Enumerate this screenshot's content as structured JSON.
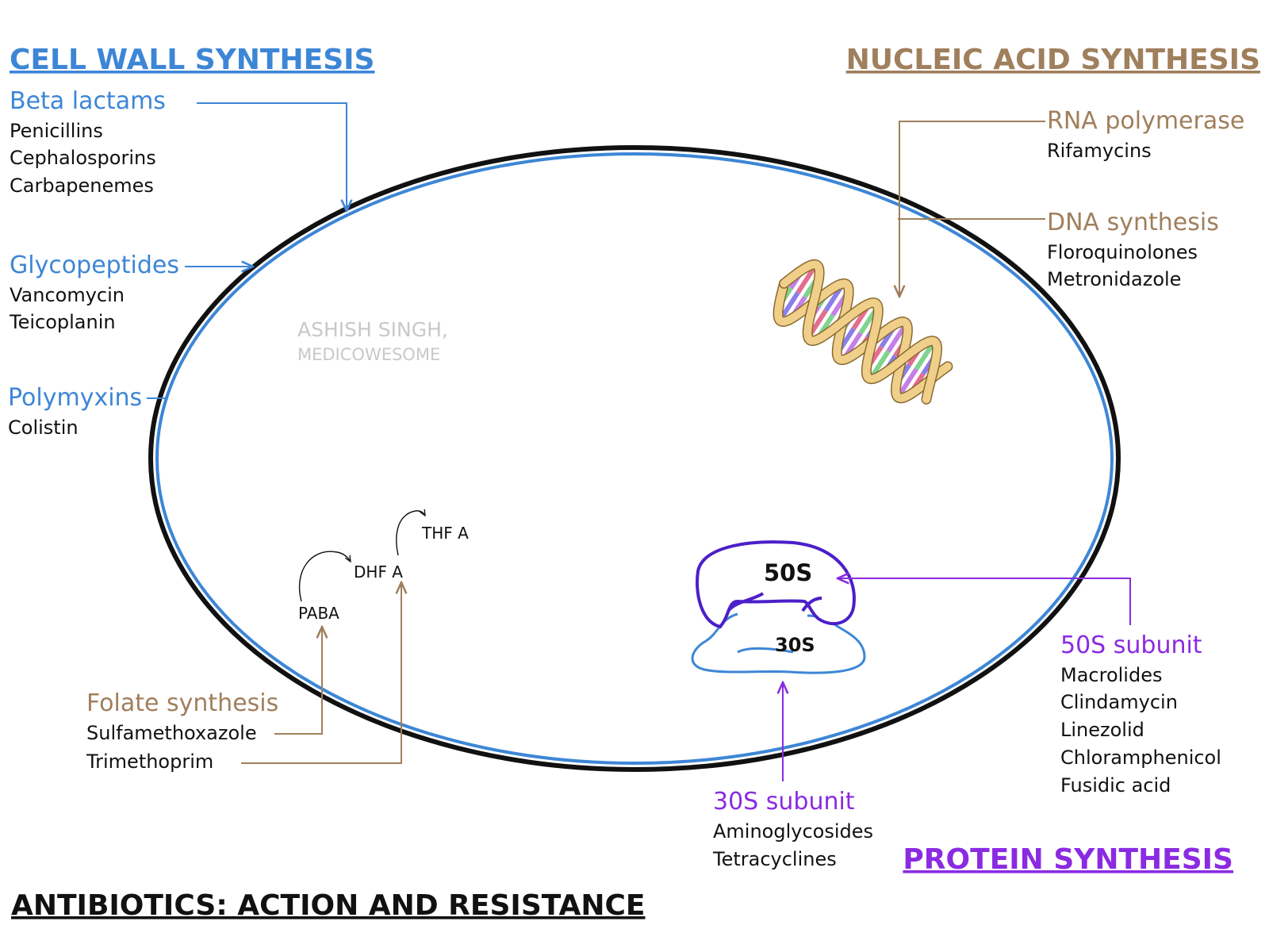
{
  "colors": {
    "cell_wall": "#3d86d6",
    "nucleic": "#a07f5c",
    "protein": "#8a2be2",
    "black": "#111111",
    "watermark": "#c8c8c8",
    "membrane_outer": "#111111",
    "membrane_inner": "#3d86d6",
    "dna_backbone": "#f0cf8a",
    "dna_backbone_edge": "#8a6a30",
    "dna_rungs": [
      "#e36d8f",
      "#7fd38c",
      "#8a7fe8",
      "#c57fe6"
    ],
    "ribo_50s": "#4b1fc9",
    "ribo_30s": "#3d86d6"
  },
  "headings": {
    "cell_wall": "CELL WALL SYNTHESIS",
    "nucleic": "NUCLEIC ACID SYNTHESIS",
    "protein": "PROTEIN SYNTHESIS",
    "main_title": "ANTIBIOTICS: ACTION AND RESISTANCE"
  },
  "cell_wall": {
    "beta_lactams": {
      "title": "Beta lactams",
      "items": [
        "Penicillins",
        "Cephalosporins",
        "Carbapenemes"
      ]
    },
    "glycopeptides": {
      "title": "Glycopeptides",
      "items": [
        "Vancomycin",
        "Teicoplanin"
      ]
    },
    "polymyxins": {
      "title": "Polymyxins",
      "items": [
        "Colistin"
      ]
    }
  },
  "nucleic": {
    "rna": {
      "title": "RNA polymerase",
      "items": [
        "Rifamycins"
      ]
    },
    "dna": {
      "title": "DNA synthesis",
      "items": [
        "Floroquinolones",
        "Metronidazole"
      ]
    }
  },
  "folate": {
    "title": "Folate synthesis",
    "items": [
      "Sulfamethoxazole",
      "Trimethoprim"
    ],
    "paba": "PABA",
    "dhfa": "DHF A",
    "thfa": "THF A"
  },
  "protein": {
    "s50": {
      "title": "50S subunit",
      "items": [
        "Macrolides",
        "Clindamycin",
        "Linezolid",
        "Chloramphenicol",
        "Fusidic acid"
      ]
    },
    "s30": {
      "title": "30S subunit",
      "items": [
        "Aminoglycosides",
        "Tetracyclines"
      ]
    },
    "ribosome_50s_label": "50S",
    "ribosome_30s_label": "30S"
  },
  "watermark": {
    "line1": "ASHISH SINGH,",
    "line2": "MEDICOWESOME"
  }
}
